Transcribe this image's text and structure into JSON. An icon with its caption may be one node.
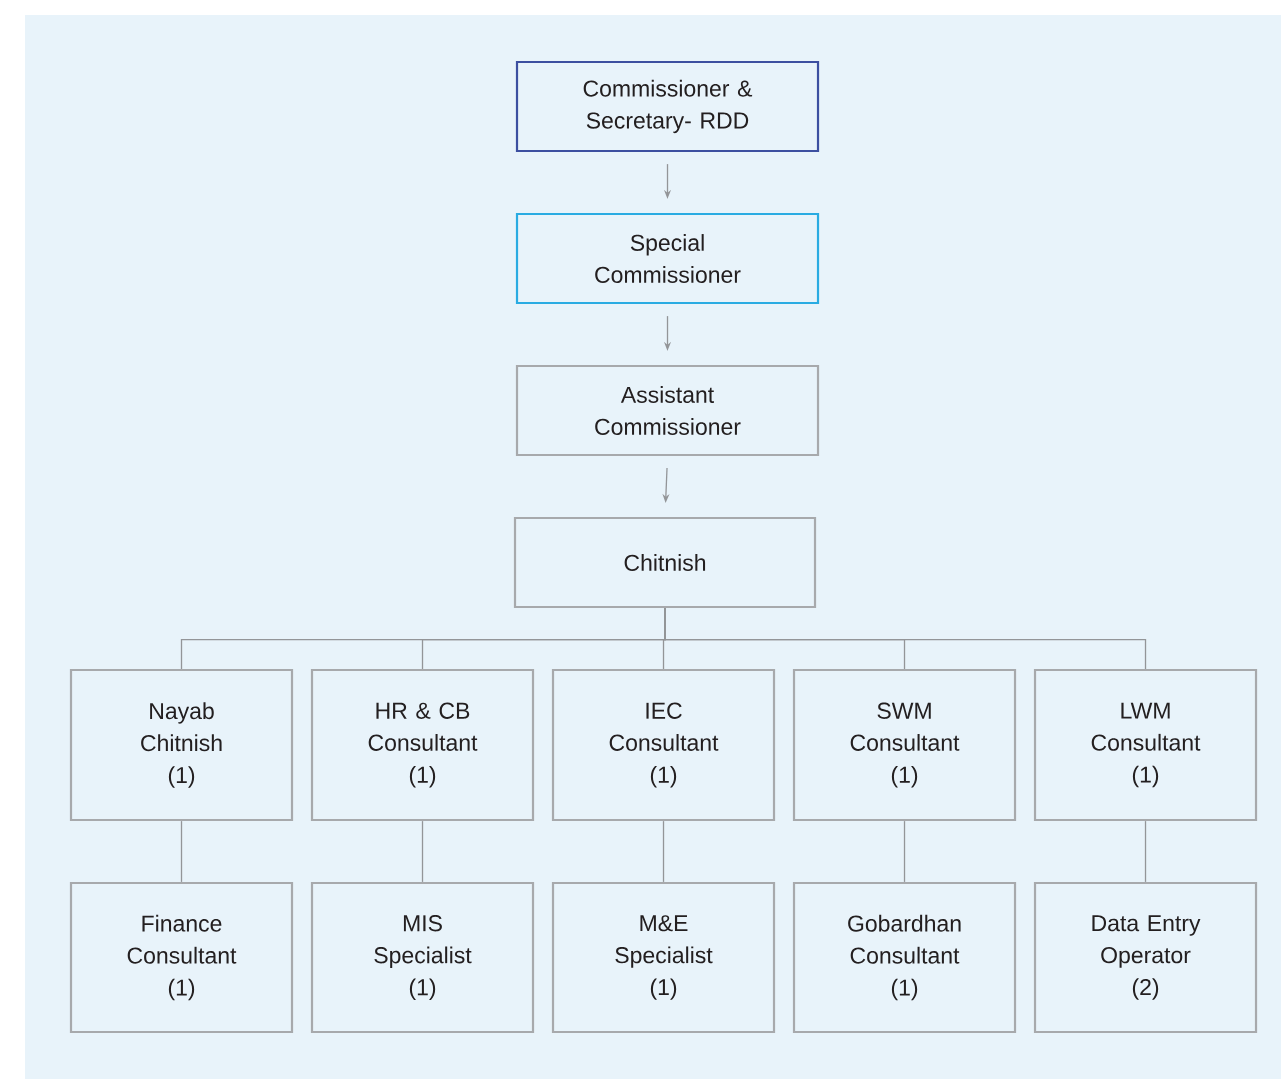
{
  "diagram": {
    "nodes": [
      {
        "text": [
          "Commissioner & Secretary- RDD"
        ]
      },
      {
        "text": [
          "Special Commissioner"
        ]
      },
      {
        "text": [
          "Assistant Commissioner"
        ]
      },
      {
        "text": [
          "Chitnish"
        ]
      },
      {
        "text": [
          "Nayab Chitnish",
          "(1)"
        ]
      },
      {
        "text": [
          "HR & CB Consultant",
          "(1)"
        ]
      },
      {
        "text": [
          "IEC Consultant",
          "(1)"
        ]
      },
      {
        "text": [
          "SWM Consultant",
          "(1)"
        ]
      },
      {
        "text": [
          "LWM Consultant",
          "(1)"
        ]
      },
      {
        "text": [
          "Finance Consultant",
          "(1)"
        ]
      },
      {
        "text": [
          "MIS Specialist",
          "(1)"
        ]
      },
      {
        "text": [
          "M&E Specialist",
          "(1)"
        ]
      },
      {
        "text": [
          "Gobardhan Consultant",
          "(1)"
        ]
      },
      {
        "text": [
          "Data Entry Operator",
          "(2)"
        ]
      }
    ],
    "edges": [
      {
        "from": 0,
        "to": 1,
        "arrow": "to"
      },
      {
        "from": 1,
        "to": 2,
        "arrow": "to"
      },
      {
        "from": 2,
        "to": 3,
        "arrow": "to"
      },
      {
        "from": 3,
        "to": 4,
        "arrow": "none"
      },
      {
        "from": 3,
        "to": 5,
        "arrow": "none"
      },
      {
        "from": 3,
        "to": 6,
        "arrow": "none"
      },
      {
        "from": 3,
        "to": 7,
        "arrow": "none"
      },
      {
        "from": 3,
        "to": 8,
        "arrow": "none"
      },
      {
        "from": 4,
        "to": 9,
        "arrow": "none"
      },
      {
        "from": 5,
        "to": 10,
        "arrow": "none"
      },
      {
        "from": 6,
        "to": 11,
        "arrow": "none"
      },
      {
        "from": 7,
        "to": 12,
        "arrow": "none"
      },
      {
        "from": 8,
        "to": 13,
        "arrow": "none"
      }
    ]
  }
}
